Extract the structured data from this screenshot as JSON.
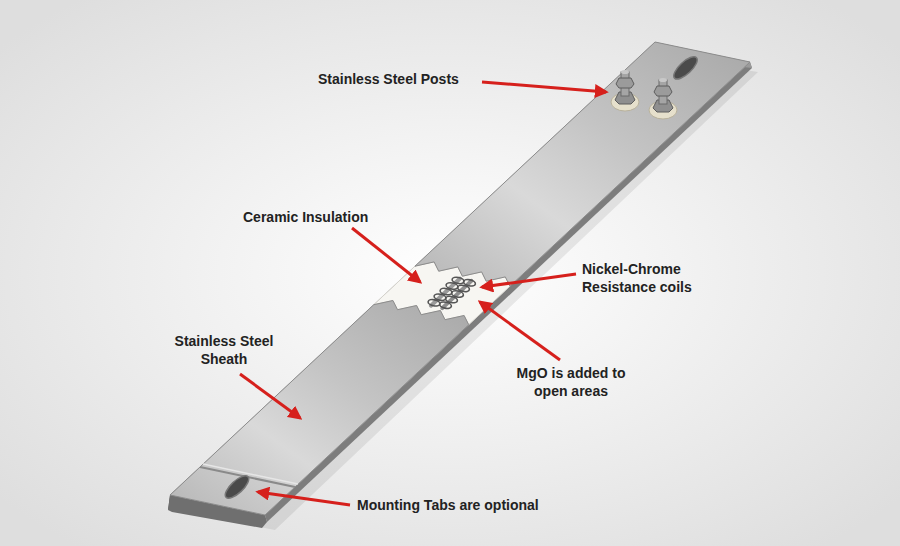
{
  "diagram": {
    "labels": [
      "Stainless Steel Posts",
      "Ceramic Insulation",
      "Nickel-Chrome Resistance coils",
      "Stainless Steel Sheath",
      "MgO is added to open areas",
      "Mounting Tabs are optional"
    ]
  }
}
